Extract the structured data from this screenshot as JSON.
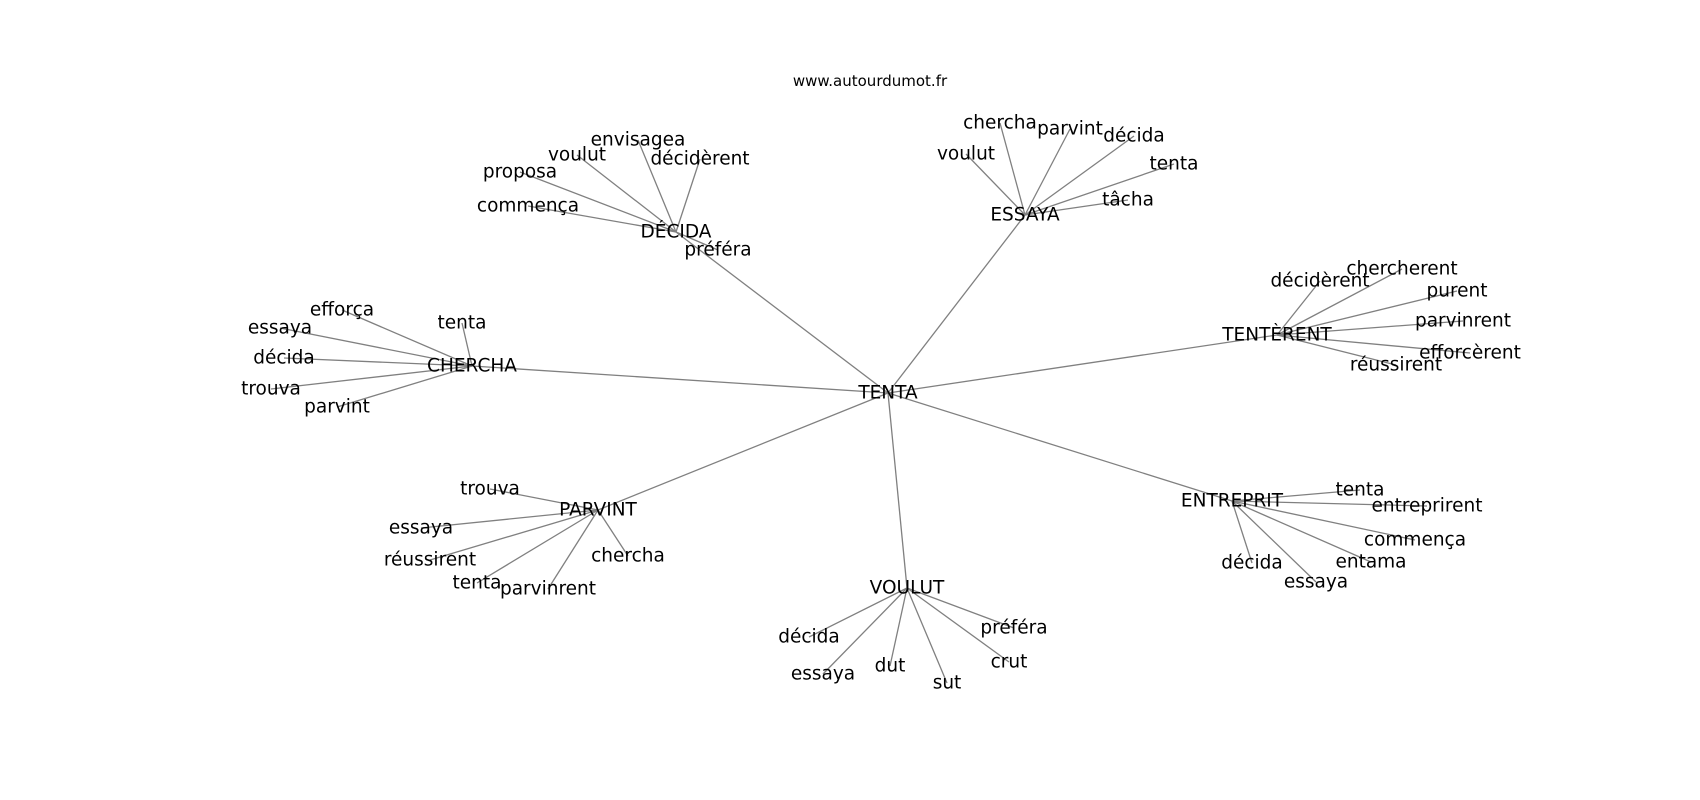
{
  "site": "www.autourdumot.fr",
  "graph": {
    "root": "TENTA",
    "hubs": [
      {
        "label": "DÉCIDA",
        "leaves": [
          "envisagea",
          "voulut",
          "décidèrent",
          "proposa",
          "commença",
          "préféra"
        ]
      },
      {
        "label": "ESSAYA",
        "leaves": [
          "chercha",
          "parvint",
          "décida",
          "voulut",
          "tenta",
          "tâcha"
        ]
      },
      {
        "label": "CHERCHA",
        "leaves": [
          "efforça",
          "tenta",
          "essaya",
          "décida",
          "trouva",
          "parvint"
        ]
      },
      {
        "label": "TENTÈRENT",
        "leaves": [
          "chercherent",
          "décidèrent",
          "purent",
          "parvinrent",
          "efforcèrent",
          "réussirent"
        ]
      },
      {
        "label": "PARVINT",
        "leaves": [
          "trouva",
          "essaya",
          "réussirent",
          "tenta",
          "parvinrent",
          "chercha"
        ]
      },
      {
        "label": "ENTREPRIT",
        "leaves": [
          "tenta",
          "entreprirent",
          "commença",
          "entama",
          "décida",
          "essaya"
        ]
      },
      {
        "label": "VOULUT",
        "leaves": [
          "décida",
          "préféra",
          "essaya",
          "dut",
          "crut",
          "sut"
        ]
      }
    ]
  }
}
